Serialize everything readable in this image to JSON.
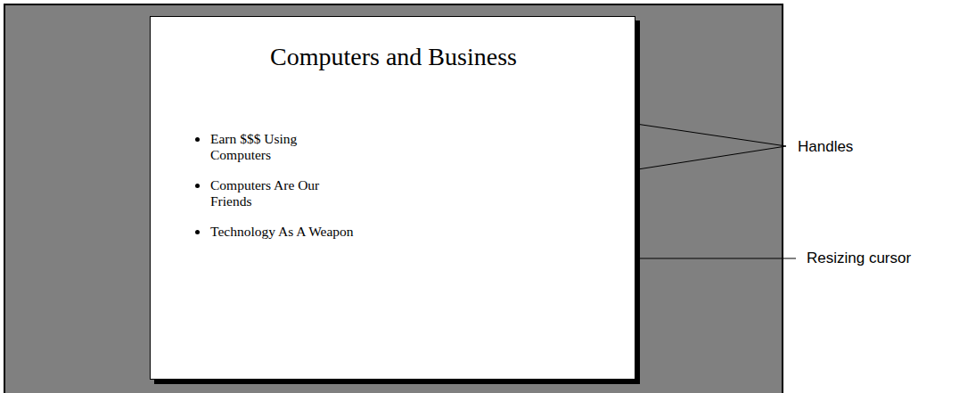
{
  "diagram": {
    "nodes": [
      {
        "text": [
          "Computers and Business",
          "Earn $$$ Using Computers",
          "Computers Are Our Friends",
          "Technology As A Weapon"
        ]
      }
    ],
    "labels": [
      "Handles",
      "Resizing cursor"
    ]
  }
}
